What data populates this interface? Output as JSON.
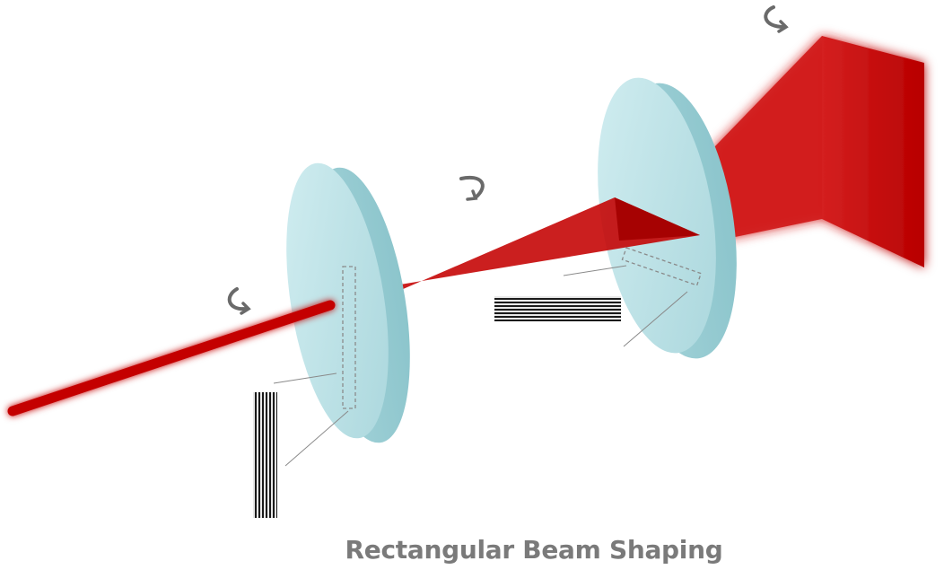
{
  "diagram": {
    "caption": "Rectangular Beam Shaping",
    "elements": {
      "lens_1": "first-cylindrical-lens",
      "lens_2": "second-cylindrical-lens",
      "input_beam": "collimated-laser-beam",
      "output_beam": "rectangular-output-beam",
      "pattern_1": "vertical-line-pattern",
      "pattern_2": "horizontal-line-pattern",
      "rotation_icons": [
        "rotate-arrow-icon",
        "rotate-arrow-icon",
        "rotate-arrow-icon"
      ]
    },
    "colors": {
      "beam": "#c40000",
      "beam_glow": "#ff4040",
      "lens_face": "#bfe4e8",
      "lens_rim": "#98cdd4",
      "leader_line": "#8a8a8a",
      "arrow": "#6a6a6a",
      "caption": "#7a7a7a"
    }
  }
}
